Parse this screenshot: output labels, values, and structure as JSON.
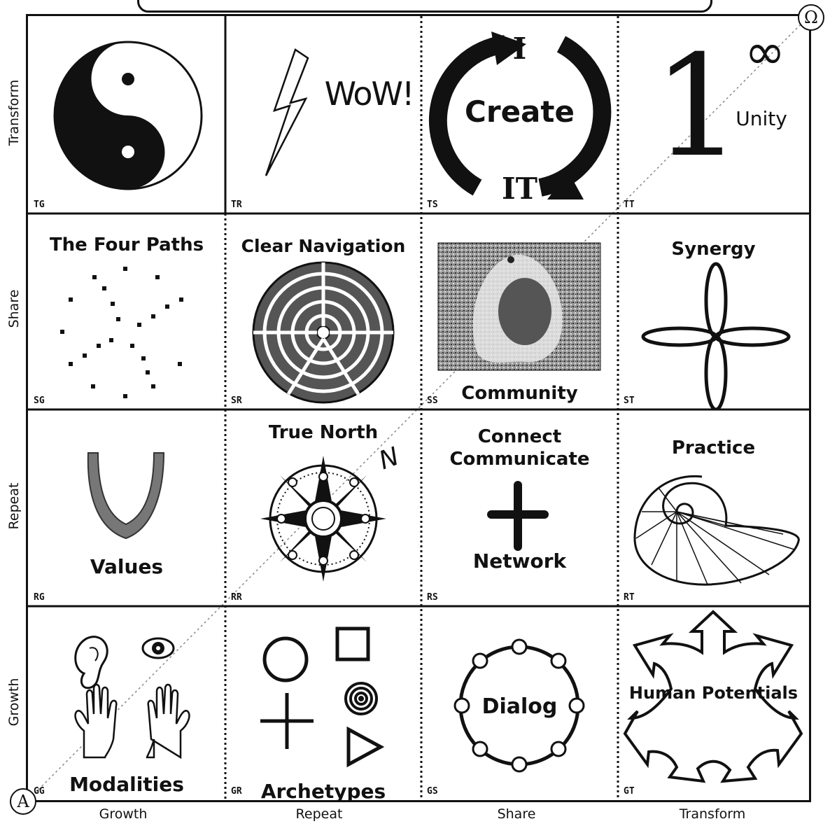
{
  "row_labels": [
    "Transform",
    "Share",
    "Repeat",
    "Growth"
  ],
  "column_labels": [
    "Growth",
    "Repeat",
    "Share",
    "Transform"
  ],
  "corners": {
    "top_right": "Ω",
    "bottom_left": "A"
  },
  "cells": {
    "TG": {
      "code": "TG"
    },
    "TR": {
      "code": "TR",
      "text": "WoW!"
    },
    "TS": {
      "code": "TS",
      "top": "I",
      "middle": "Create",
      "bottom": "IT"
    },
    "TT": {
      "code": "TT",
      "numeral": "1",
      "symbol": "∞",
      "label": "Unity"
    },
    "SG": {
      "code": "SG",
      "title": "The Four Paths"
    },
    "SR": {
      "code": "SR",
      "title": "Clear Navigation"
    },
    "SS": {
      "code": "SS",
      "caption": "Community"
    },
    "ST": {
      "code": "ST",
      "title": "Synergy"
    },
    "RG": {
      "code": "RG",
      "caption": "Values"
    },
    "RR": {
      "code": "RR",
      "title": "True North",
      "north_mark": "N"
    },
    "RS": {
      "code": "RS",
      "title1": "Connect",
      "title2": "Communicate",
      "caption": "Network"
    },
    "RT": {
      "code": "RT",
      "title": "Practice"
    },
    "GG": {
      "code": "GG",
      "caption": "Modalities"
    },
    "GR": {
      "code": "GR",
      "caption": "Archetypes"
    },
    "GS": {
      "code": "GS",
      "label": "Dialog"
    },
    "GT": {
      "code": "GT",
      "label": "Human Potentials"
    }
  }
}
